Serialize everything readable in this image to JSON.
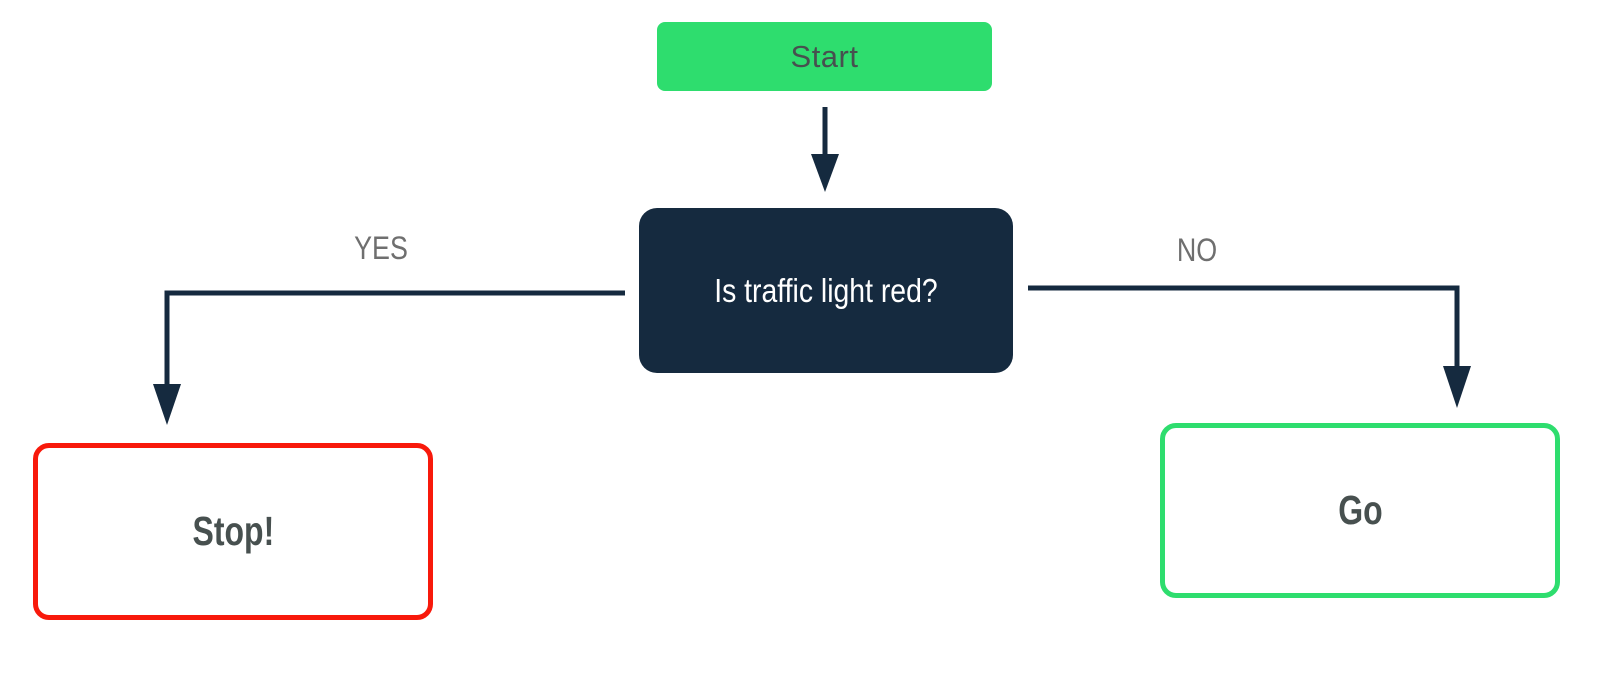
{
  "nodes": {
    "start": {
      "label": "Start"
    },
    "decision": {
      "label": "Is traffic light red?"
    },
    "stop": {
      "label": "Stop!"
    },
    "go": {
      "label": "Go"
    }
  },
  "edges": {
    "yes": {
      "label": "YES"
    },
    "no": {
      "label": "NO"
    }
  },
  "colors": {
    "green": "#2edd6e",
    "navy": "#152a3f",
    "red": "#f8190b",
    "gray_label": "#6f6f6f",
    "text_dark": "#47504f",
    "white": "#ffffff",
    "background": "#ffffff"
  }
}
